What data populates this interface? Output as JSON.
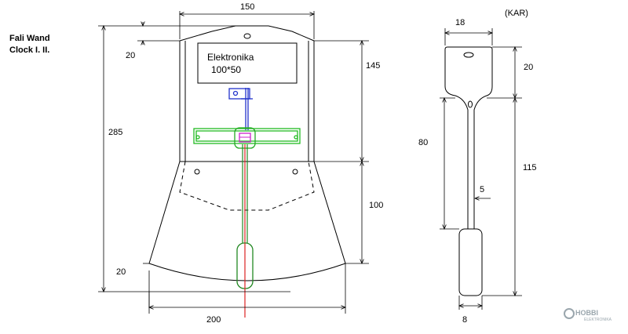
{
  "title": {
    "line1": "Fali Wand",
    "line2": "Clock I. II."
  },
  "note": "(KAR)",
  "electronics_box": {
    "line1": "Elektronika",
    "line2": "100*50"
  },
  "dimensions": {
    "top_width": "150",
    "top_offset": "20",
    "total_height": "285",
    "upper_height": "145",
    "lower_height": "100",
    "bottom_offset": "20",
    "bottom_width": "200",
    "pendulum_top_width": "18",
    "pendulum_top_height": "20",
    "pendulum_rod_height": "80",
    "pendulum_lower_height": "115",
    "rod_width": "5",
    "bob_width": "8"
  },
  "logo": {
    "main": "HOBBI",
    "sub": "ELEKTRONIKA"
  },
  "colors": {
    "blue_part": "#2233cc",
    "green_part": "#22bb22",
    "magenta_part": "#cc22cc",
    "red_wire": "#dd2222",
    "green_pendulum": "#228822"
  }
}
